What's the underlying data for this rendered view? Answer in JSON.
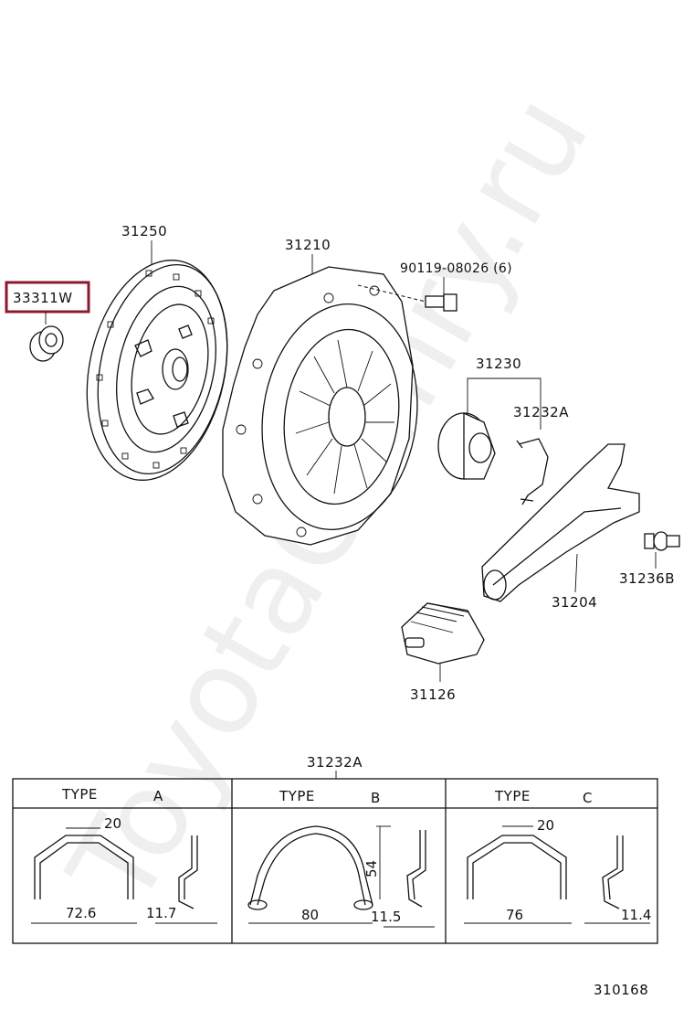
{
  "watermark": "ToyotaCamry.ru",
  "parts": {
    "highlighted": "33311W",
    "disc": "31250",
    "cover": "31210",
    "bolt": "90119-08026 (6)",
    "release_bearing": "31230",
    "clip_top": "31232A",
    "fork": "31204",
    "pivot": "31236B",
    "boot": "31126"
  },
  "table": {
    "title": "31232A",
    "type_word": "TYPE",
    "cells": [
      {
        "letter": "A",
        "dim_top": "20",
        "dim_width": "72.6",
        "dim_side": "11.7"
      },
      {
        "letter": "B",
        "dim_height": "54",
        "dim_width": "80",
        "dim_side": "11.5"
      },
      {
        "letter": "C",
        "dim_top": "20",
        "dim_width": "76",
        "dim_side": "11.4"
      }
    ]
  },
  "diagram_code": "310168",
  "colors": {
    "highlight_border": "#8b1a2e",
    "ink": "#111111"
  }
}
